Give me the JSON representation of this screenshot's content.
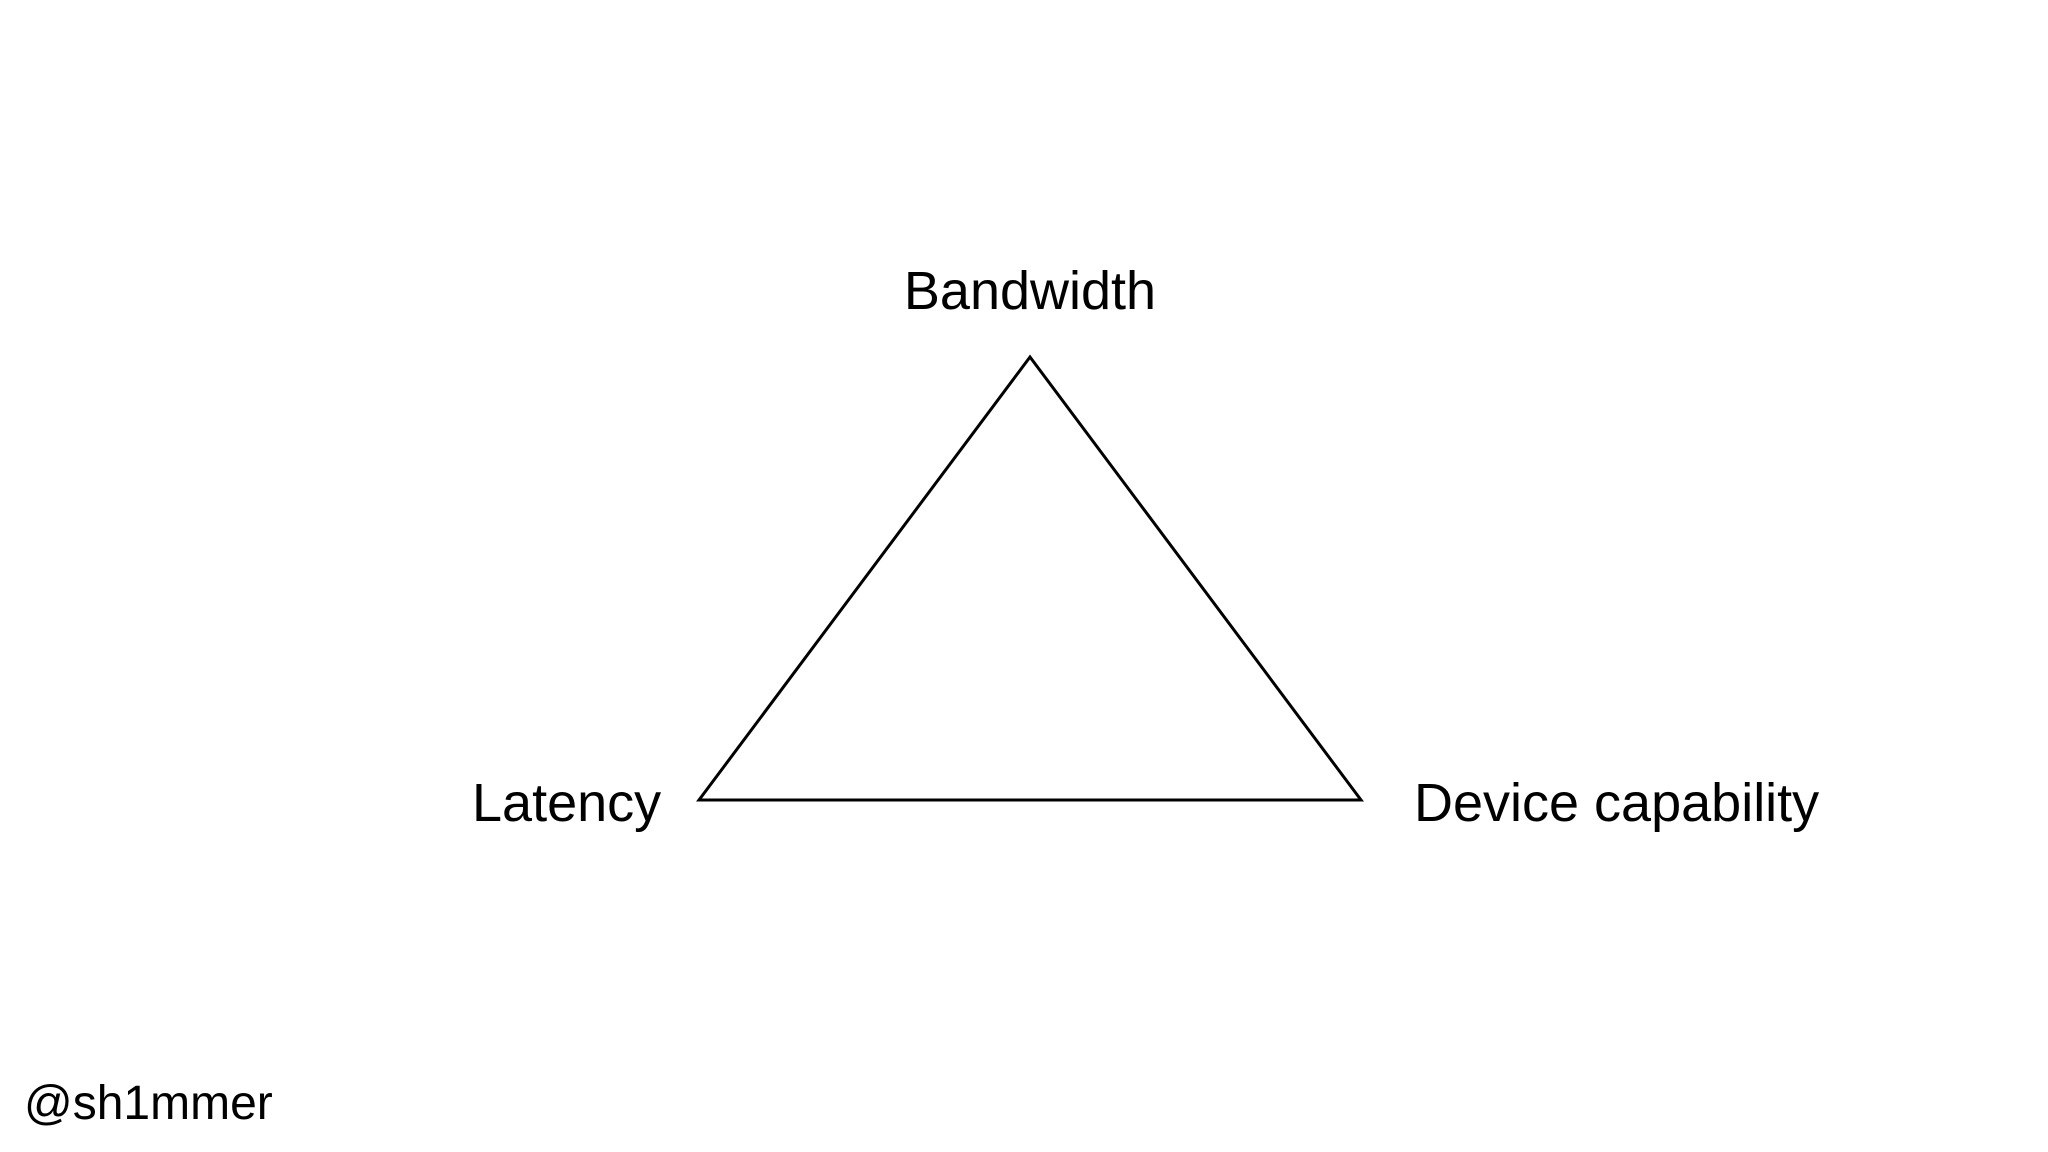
{
  "diagram": {
    "vertices": {
      "top": "Bandwidth",
      "left": "Latency",
      "right": "Device capability"
    },
    "stroke_color": "#000000",
    "background_color": "#ffffff"
  },
  "footer": {
    "handle": "@sh1mmer"
  }
}
